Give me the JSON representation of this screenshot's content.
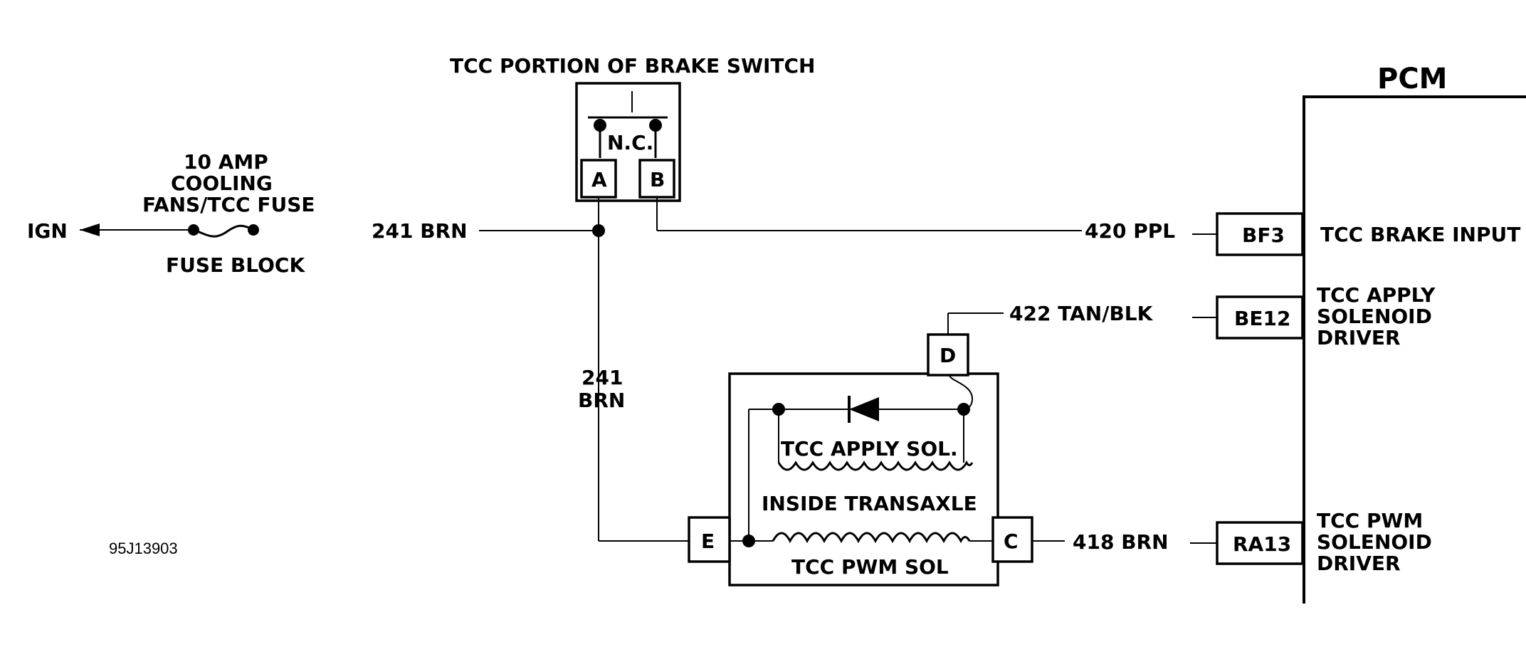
{
  "pcm": {
    "title": "PCM"
  },
  "brake_switch": {
    "title": "TCC PORTION OF BRAKE SWITCH",
    "contact_label": "N.C.",
    "pin_a": "A",
    "pin_b": "B"
  },
  "fuse": {
    "lines": [
      "10 AMP",
      "COOLING",
      "FANS/TCC FUSE"
    ],
    "block_label": "FUSE BLOCK",
    "source_label": "IGN"
  },
  "wires": {
    "feed": "241 BRN",
    "branch_num": "241",
    "branch_color": "BRN",
    "brake_input": "420 PPL",
    "apply": "422 TAN/BLK",
    "pwm": "418 BRN"
  },
  "pcm_pins": [
    {
      "pin": "BF3",
      "lines": [
        "TCC BRAKE INPUT"
      ]
    },
    {
      "pin": "BE12",
      "lines": [
        "TCC APPLY",
        "SOLENOID",
        "DRIVER"
      ]
    },
    {
      "pin": "RA13",
      "lines": [
        "TCC PWM",
        "SOLENOID",
        "DRIVER"
      ]
    }
  ],
  "transaxle": {
    "label": "INSIDE TRANSAXLE",
    "apply_sol": "TCC APPLY SOL.",
    "pwm_sol": "TCC PWM SOL",
    "pin_c": "C",
    "pin_d": "D",
    "pin_e": "E"
  },
  "figure_code": "95J13903"
}
